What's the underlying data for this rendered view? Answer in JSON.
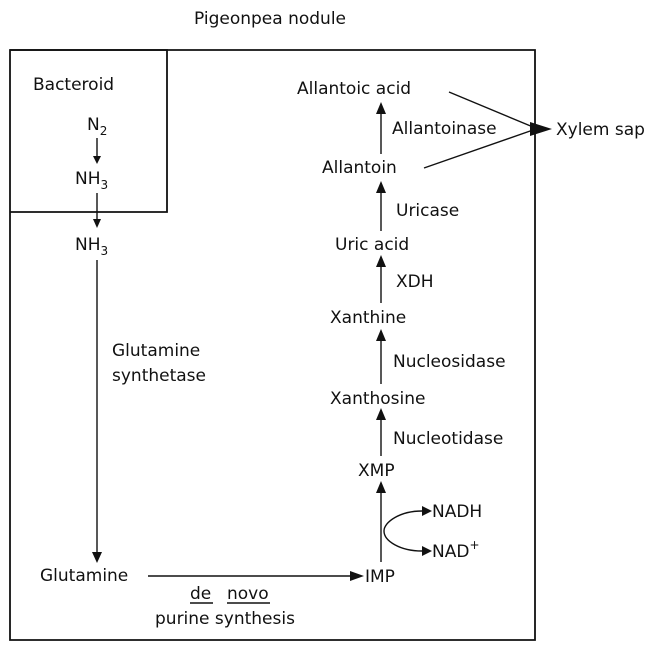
{
  "title": "Pigeonpea nodule",
  "bacteroid": {
    "label": "Bacteroid",
    "n2_main": "N",
    "n2_sub": "2",
    "nh3_main": "NH",
    "nh3_sub": "3"
  },
  "left_path": {
    "nh3_main": "NH",
    "nh3_sub": "3",
    "enzyme_line1": "Glutamine",
    "enzyme_line2": "synthetase",
    "product": "Glutamine",
    "synthesis_de": "de",
    "synthesis_novo": "novo",
    "synthesis_line2": "purine synthesis"
  },
  "right_path": {
    "imp": "IMP",
    "nadh": "NADH",
    "nad_main": "NAD",
    "nad_sup": "+",
    "xmp": "XMP",
    "nucleotidase": "Nucleotidase",
    "xanthosine": "Xanthosine",
    "nucleosidase": "Nucleosidase",
    "xanthine": "Xanthine",
    "xdh": "XDH",
    "uric_acid": "Uric acid",
    "uricase": "Uricase",
    "allantoin": "Allantoin",
    "allantoinase": "Allantoinase",
    "allantoic_acid": "Allantoic acid",
    "xylem_sap": "Xylem sap"
  }
}
